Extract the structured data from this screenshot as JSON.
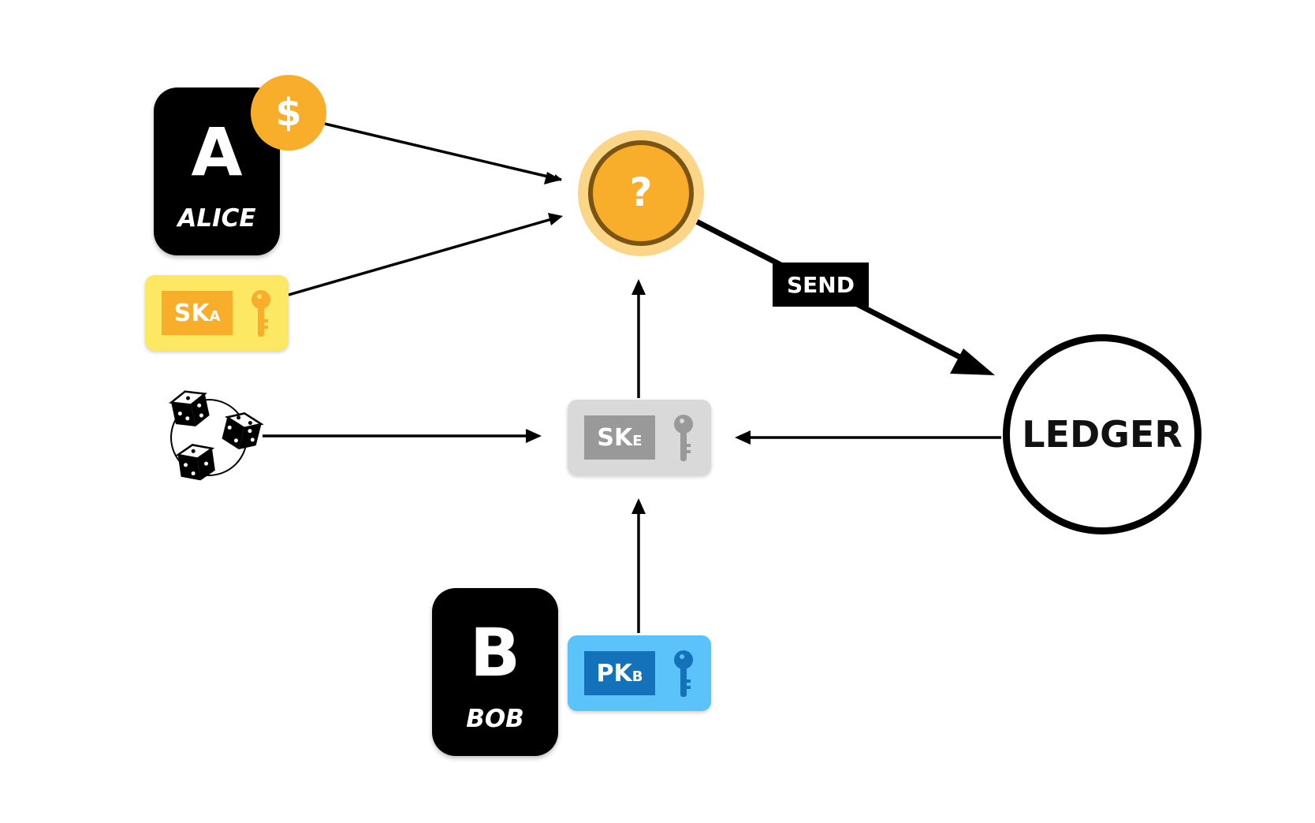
{
  "alice": {
    "letter": "A",
    "name": "ALICE",
    "coin_symbol": "$"
  },
  "bob": {
    "letter": "B",
    "name": "BOB"
  },
  "keys": {
    "alice_secret": {
      "main": "SK",
      "sub": "A",
      "color": "#f8ad2b",
      "card_color": "#fde864"
    },
    "ephemeral_secret": {
      "main": "SK",
      "sub": "E",
      "color": "#999999",
      "card_color": "#d9d9d9"
    },
    "bob_public": {
      "main": "PK",
      "sub": "B",
      "color": "#1472ba",
      "card_color": "#5cc3fa"
    }
  },
  "unknown_coin": {
    "symbol": "?"
  },
  "send_label": "SEND",
  "ledger_label": "LEDGER",
  "icons": [
    "dollar-coin-icon",
    "key-icon",
    "dice-icon",
    "question-coin-icon"
  ]
}
